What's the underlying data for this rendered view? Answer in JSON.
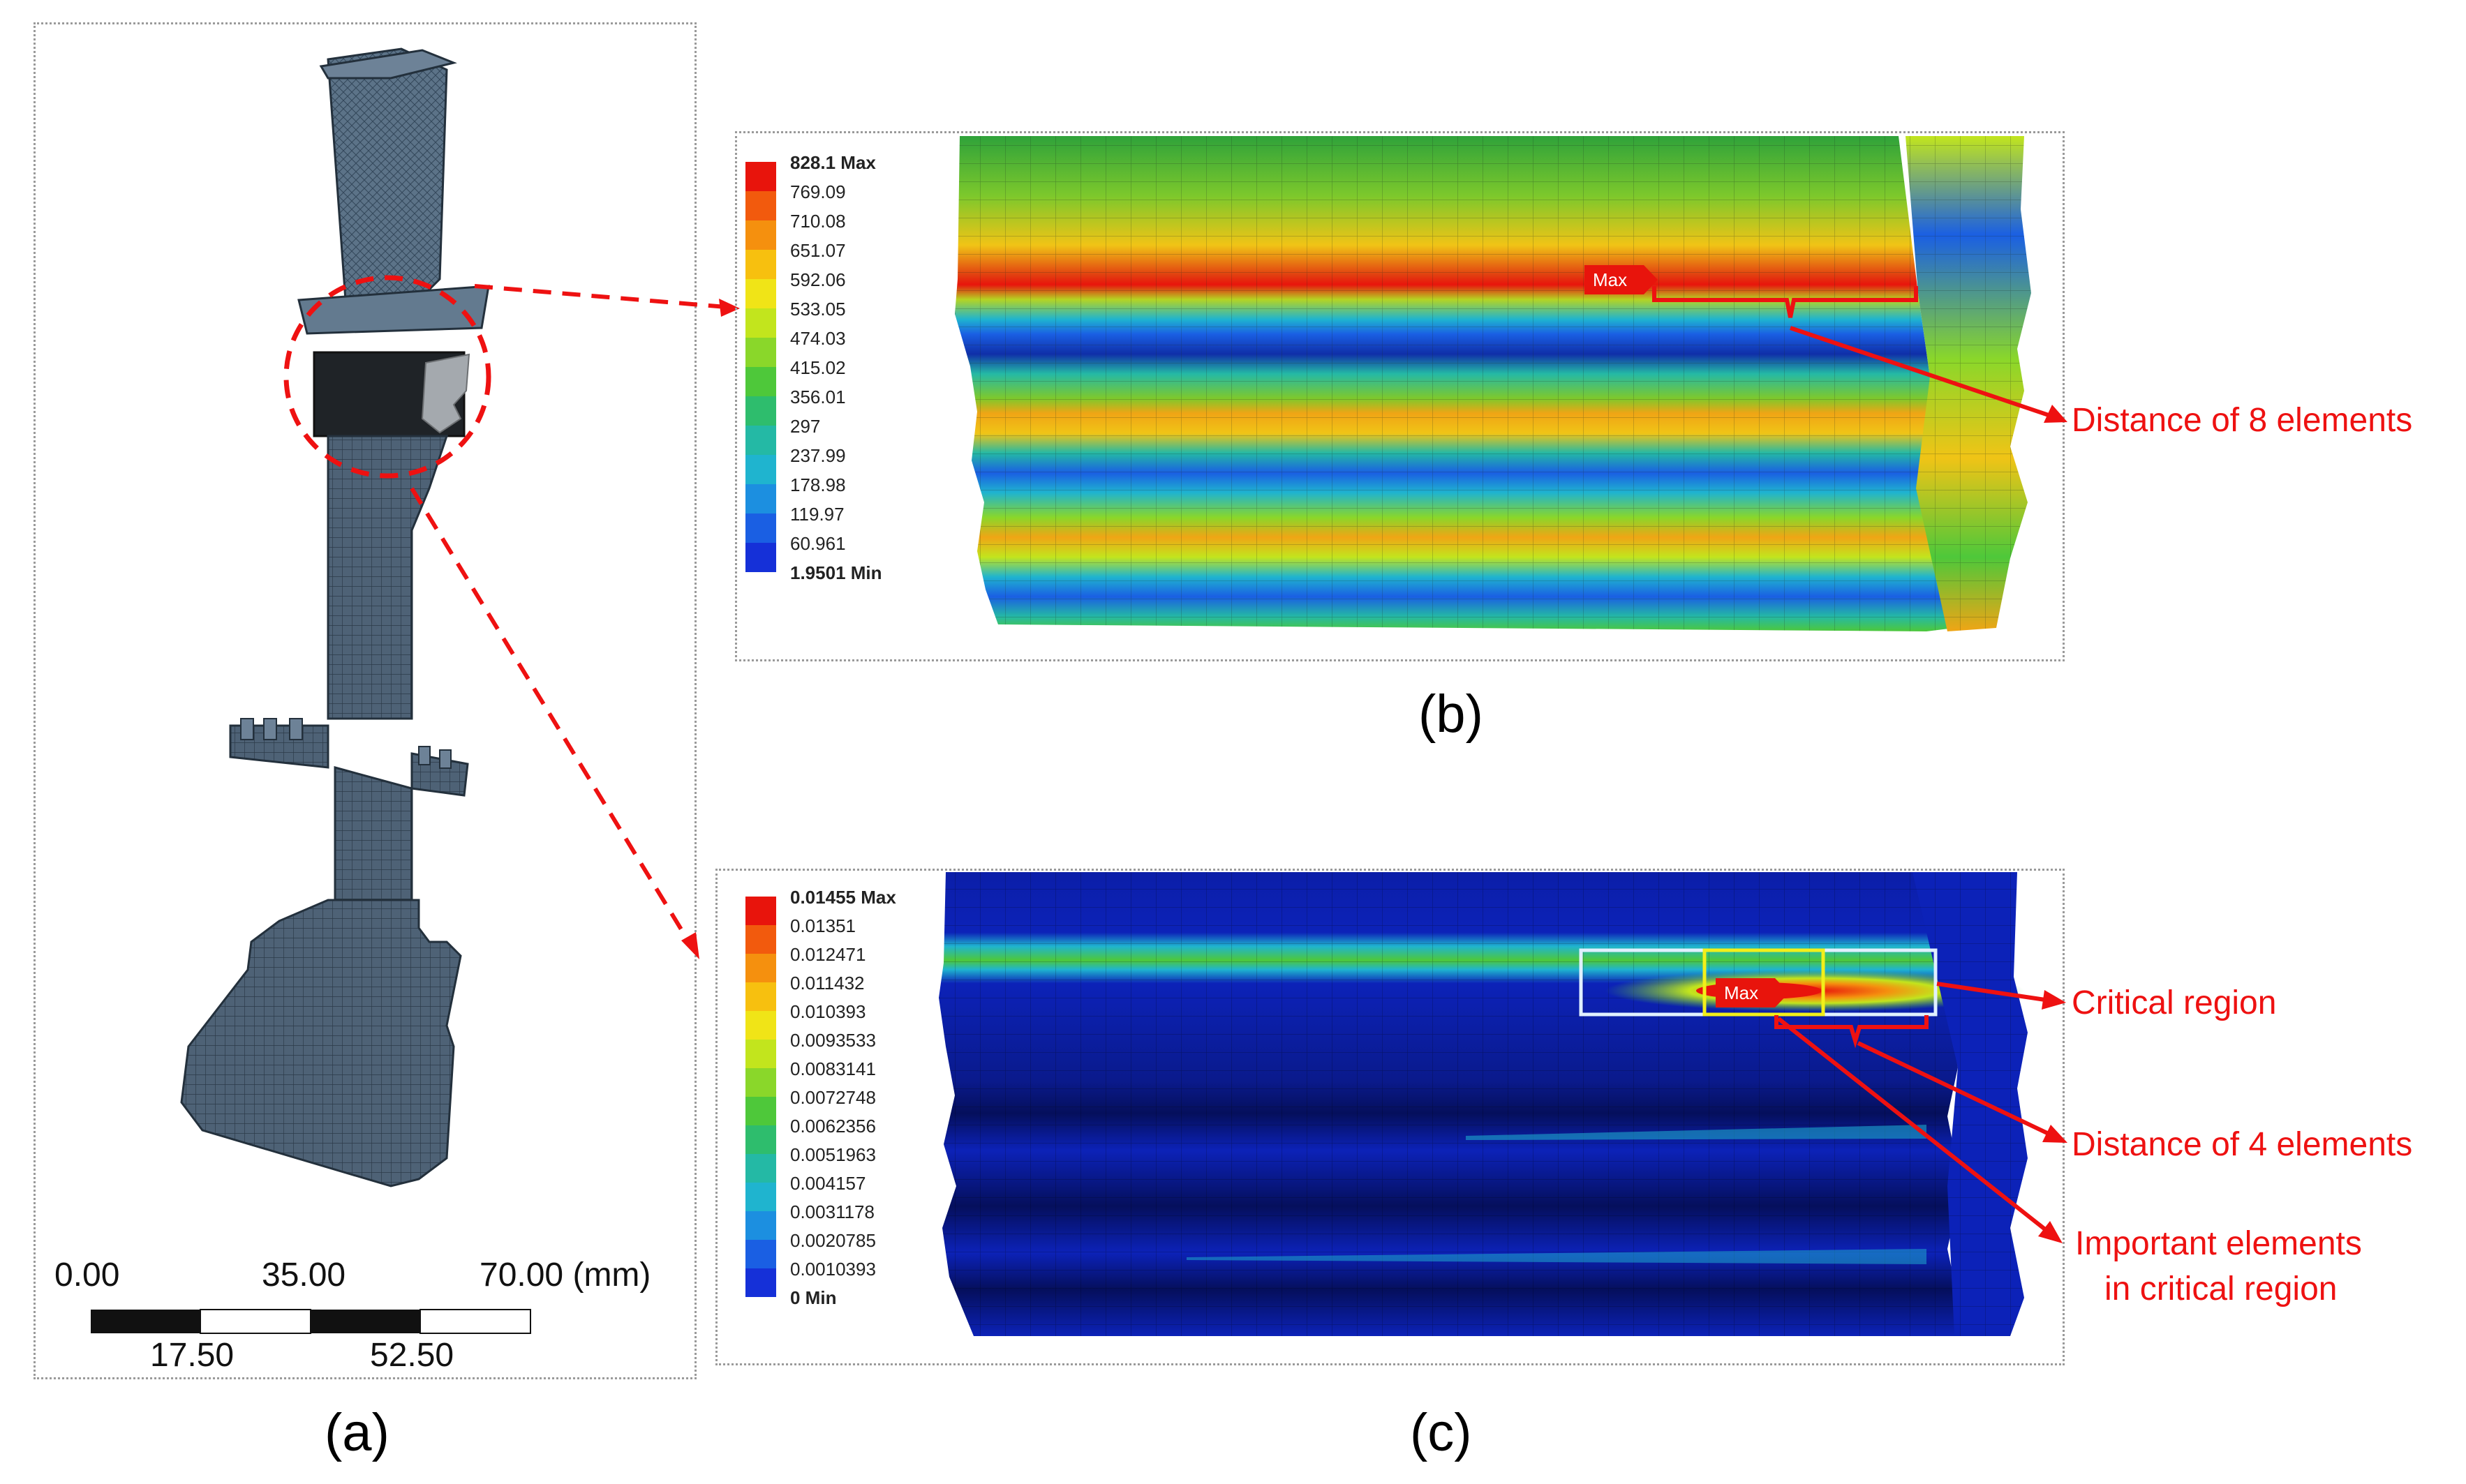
{
  "captions": {
    "a": "(a)",
    "b": "(b)",
    "c": "(c)"
  },
  "scale_bar": {
    "top_labels": [
      "0.00",
      "35.00",
      "70.00 (mm)"
    ],
    "bottom_labels": [
      "17.50",
      "52.50"
    ]
  },
  "legend_b": {
    "labels": [
      "828.1 Max",
      "769.09",
      "710.08",
      "651.07",
      "592.06",
      "533.05",
      "474.03",
      "415.02",
      "356.01",
      "297",
      "237.99",
      "178.98",
      "119.97",
      "60.961",
      "1.9501 Min"
    ],
    "colors": [
      "#e8140c",
      "#f25a0d",
      "#f5900e",
      "#f7c00f",
      "#f0e417",
      "#c2e51d",
      "#8ad72a",
      "#4ec83a",
      "#2ebd6d",
      "#24b9a5",
      "#1fb4cf",
      "#1c8fe0",
      "#1a5fe3",
      "#1530d8"
    ]
  },
  "legend_c": {
    "labels": [
      "0.01455 Max",
      "0.01351",
      "0.012471",
      "0.011432",
      "0.010393",
      "0.0093533",
      "0.0083141",
      "0.0072748",
      "0.0062356",
      "0.0051963",
      "0.004157",
      "0.0031178",
      "0.0020785",
      "0.0010393",
      "0 Min"
    ],
    "colors": [
      "#e8140c",
      "#f25a0d",
      "#f5900e",
      "#f7c00f",
      "#f0e417",
      "#c2e51d",
      "#8ad72a",
      "#4ec83a",
      "#2ebd6d",
      "#24b9a5",
      "#1fb4cf",
      "#1c8fe0",
      "#1a5fe3",
      "#1530d8"
    ]
  },
  "annotations": {
    "b_distance": "Distance of 8 elements",
    "c_critical": "Critical region",
    "c_distance": "Distance of 4 elements",
    "c_important_1": "Important elements",
    "c_important_2": "in critical region",
    "max_tag_b": "Max",
    "max_tag_c": "Max"
  },
  "colors": {
    "annotation_red": "#ee1111",
    "mesh_steel": "#4a5d70",
    "deep_blue": "#0a1a8c"
  }
}
